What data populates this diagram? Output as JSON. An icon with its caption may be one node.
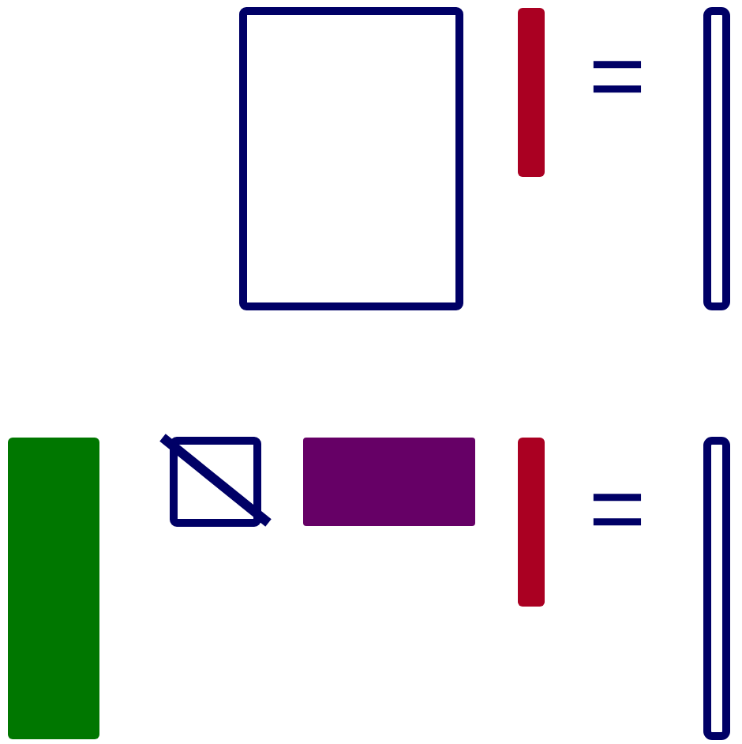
{
  "diagram": {
    "nodes": [
      {
        "text": [],
        "shape": "box"
      },
      {
        "text": [],
        "shape": "bar"
      },
      {
        "text": [],
        "shape": "bar"
      },
      {
        "text": [],
        "shape": "bar"
      },
      {
        "text": [],
        "shape": "box"
      },
      {
        "text": [],
        "shape": "box"
      },
      {
        "text": [],
        "shape": "bar"
      },
      {
        "text": [],
        "shape": "bar"
      }
    ],
    "labels": [
      "=",
      "="
    ]
  }
}
